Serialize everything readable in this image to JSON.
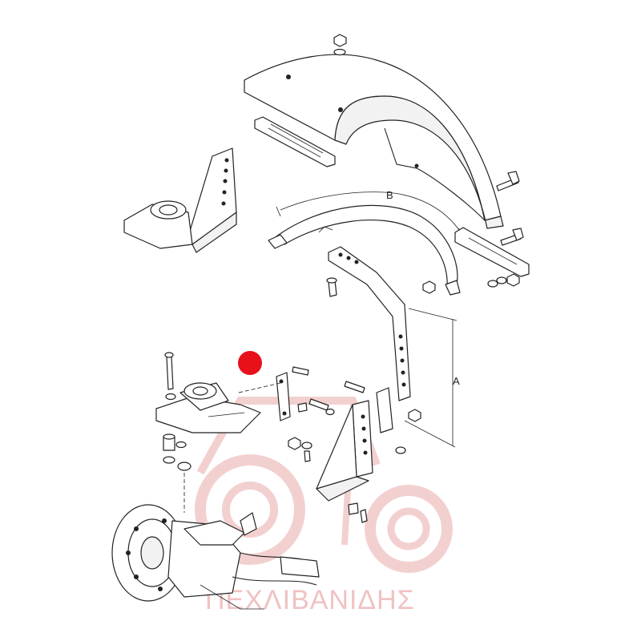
{
  "diagram": {
    "dimension_labels": {
      "a": "A",
      "b": "B"
    },
    "watermark": {
      "text": "ΠΕΧΛΙΒΑΝΙΔΗΣ"
    },
    "marker": {
      "color": "#e8101a"
    },
    "colors": {
      "line": "#222222",
      "watermark": "#f0c2c2"
    }
  }
}
